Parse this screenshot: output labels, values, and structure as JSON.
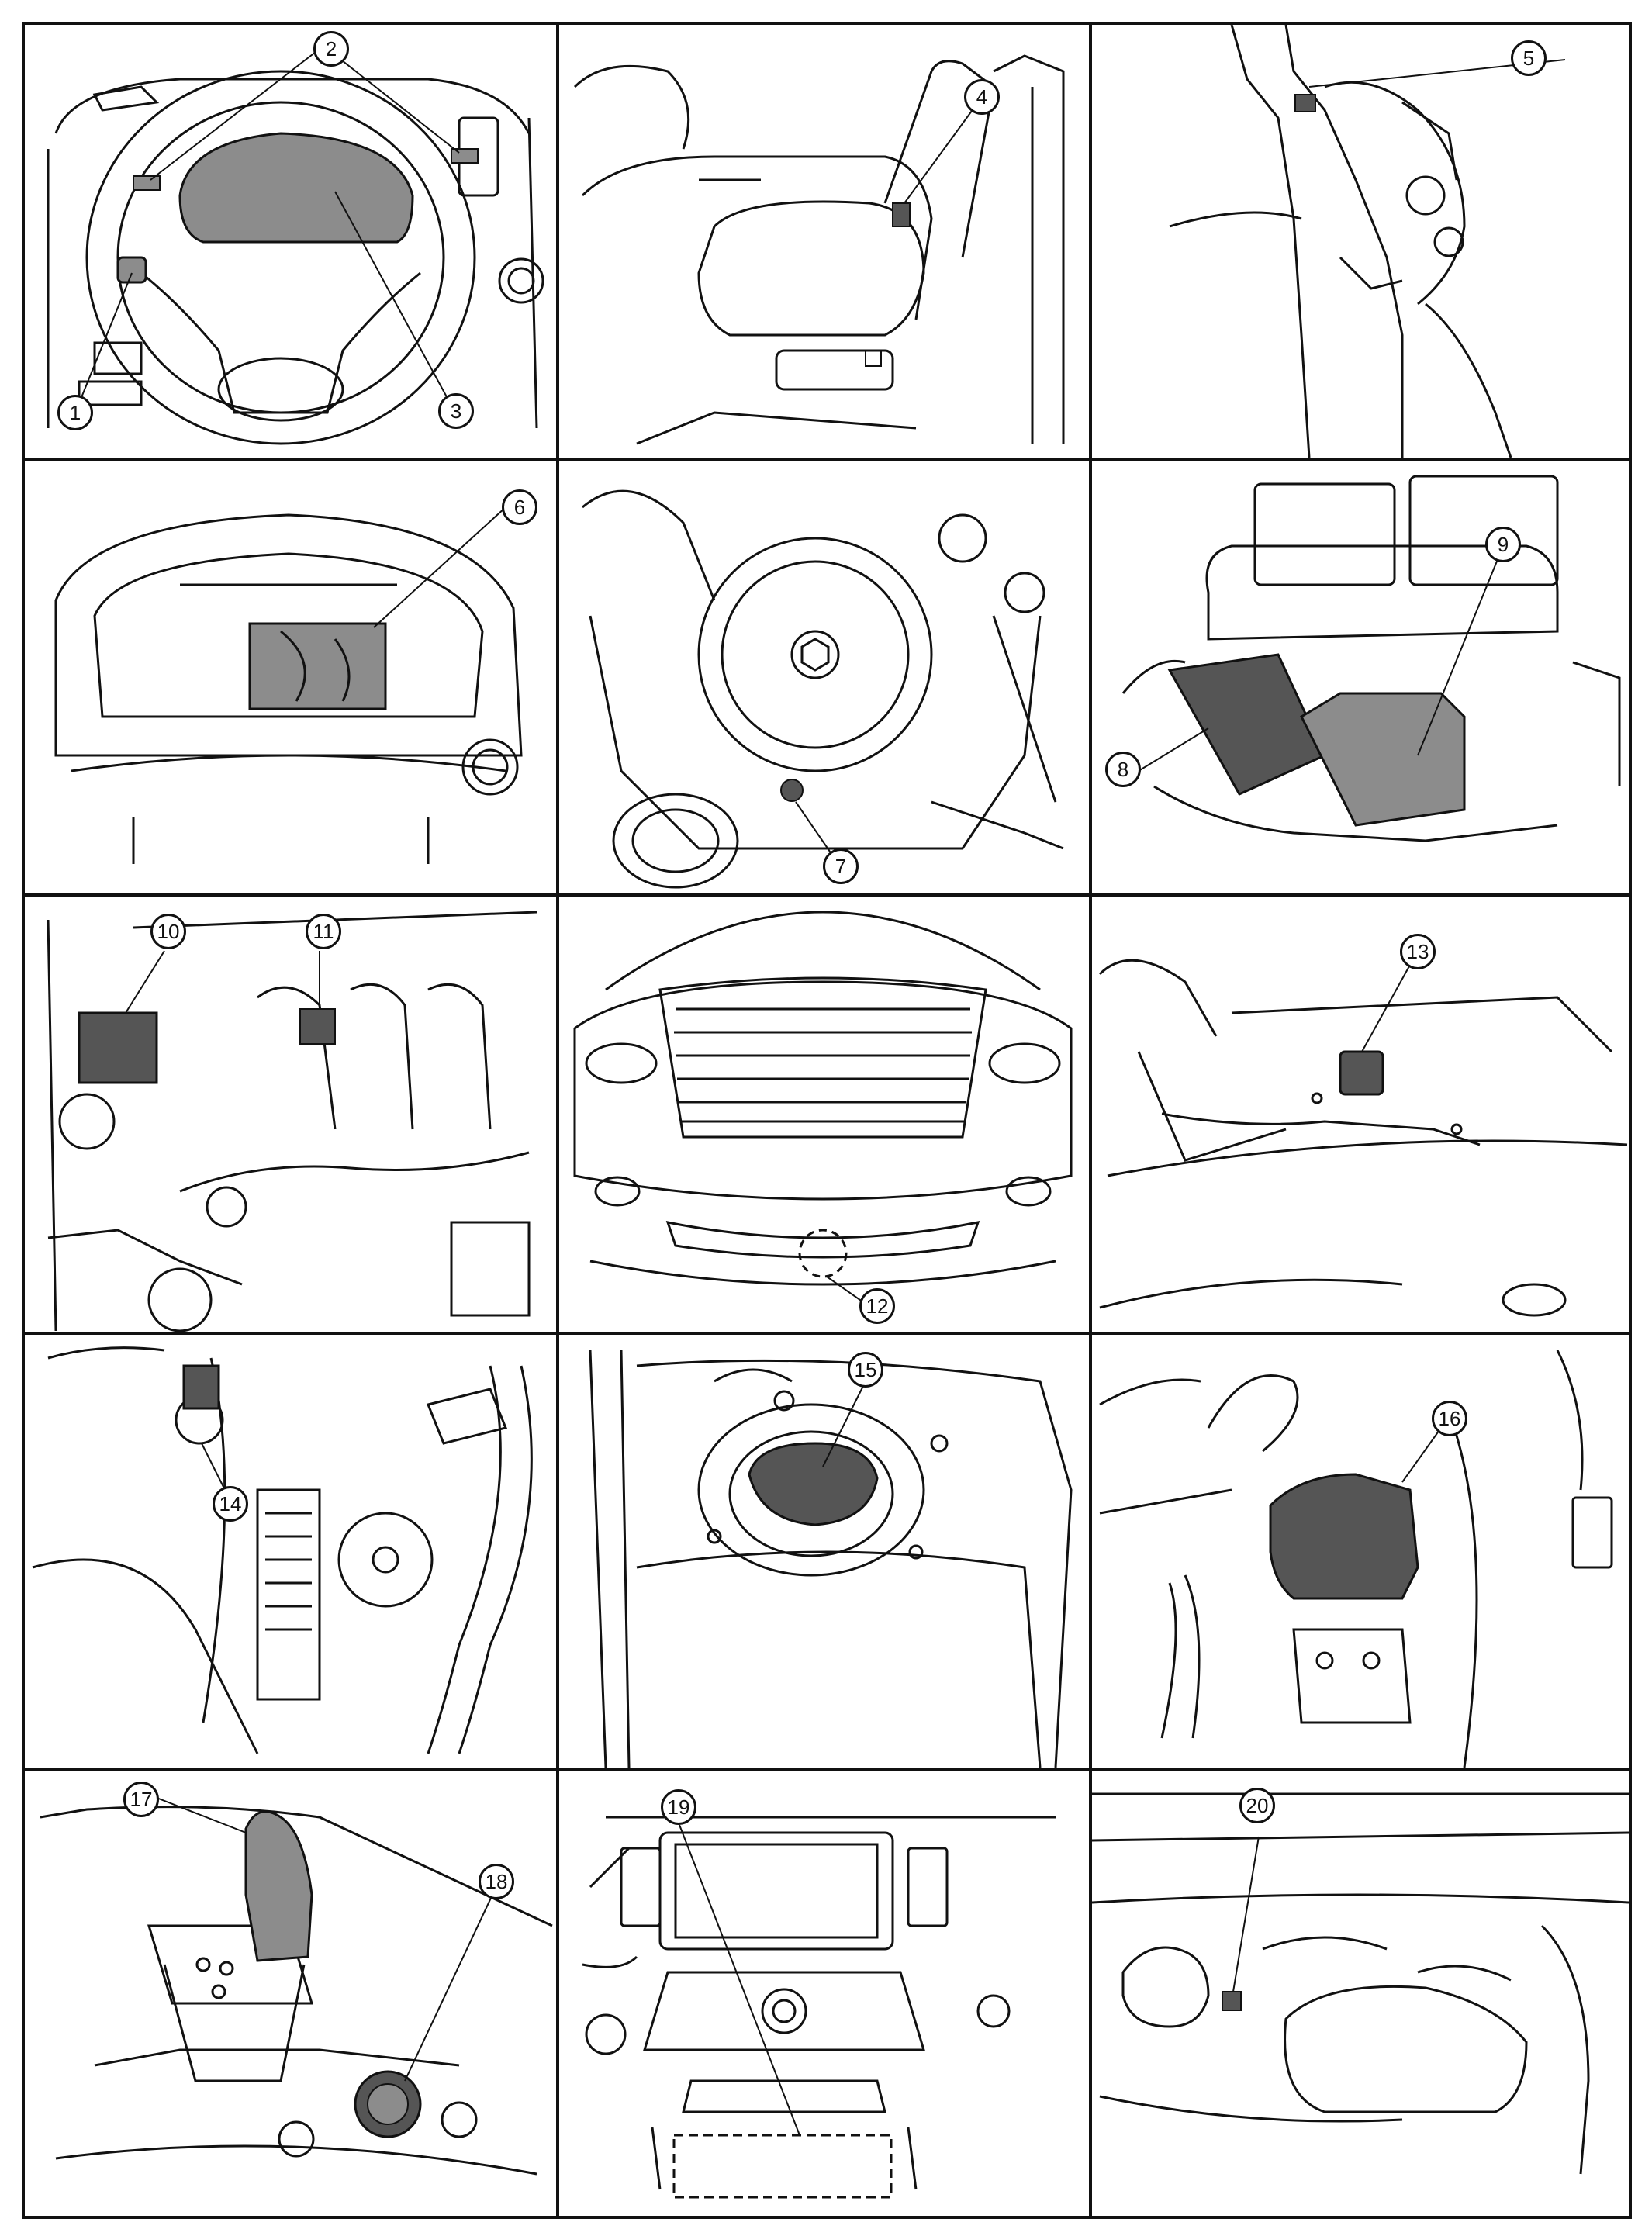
{
  "callouts": [
    "1",
    "2",
    "3",
    "4",
    "5",
    "6",
    "7",
    "8",
    "9",
    "10",
    "11",
    "12",
    "13",
    "14",
    "15",
    "16",
    "17",
    "18",
    "19",
    "20"
  ],
  "panels": [
    {
      "id": "p1",
      "callouts": [
        "1",
        "2",
        "3"
      ]
    },
    {
      "id": "p2",
      "callouts": [
        "4"
      ]
    },
    {
      "id": "p3",
      "callouts": [
        "5"
      ]
    },
    {
      "id": "p4",
      "callouts": [
        "6"
      ]
    },
    {
      "id": "p5",
      "callouts": [
        "7"
      ]
    },
    {
      "id": "p6",
      "callouts": [
        "8",
        "9"
      ]
    },
    {
      "id": "p7",
      "callouts": [
        "10",
        "11"
      ]
    },
    {
      "id": "p8",
      "callouts": [
        "12"
      ]
    },
    {
      "id": "p9",
      "callouts": [
        "13"
      ]
    },
    {
      "id": "p10",
      "callouts": [
        "14"
      ]
    },
    {
      "id": "p11",
      "callouts": [
        "15"
      ]
    },
    {
      "id": "p12",
      "callouts": [
        "16"
      ]
    },
    {
      "id": "p13",
      "callouts": [
        "17",
        "18"
      ]
    },
    {
      "id": "p14",
      "callouts": [
        "19"
      ]
    },
    {
      "id": "p15",
      "callouts": [
        "20"
      ]
    }
  ],
  "colors": {
    "line": "#111111",
    "component_fill": "#8c8c8c",
    "component_dark": "#555555",
    "background": "#ffffff"
  }
}
